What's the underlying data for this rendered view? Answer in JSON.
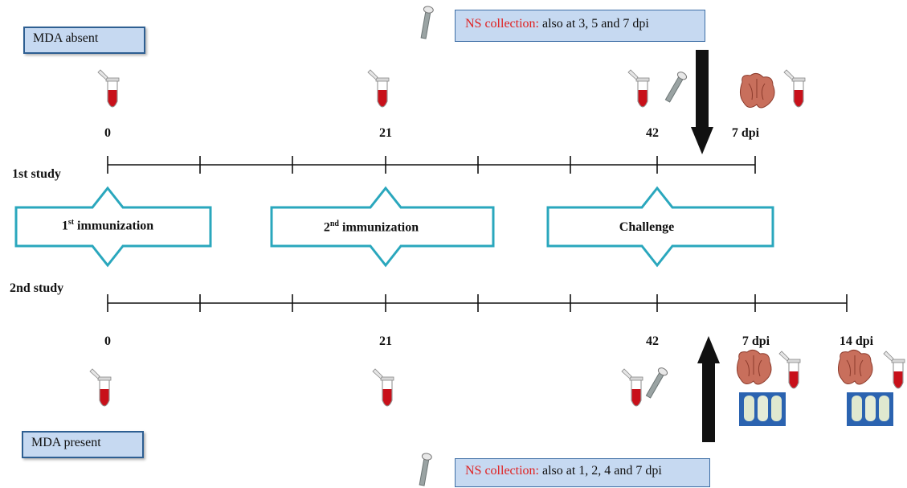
{
  "labels": {
    "mda_absent": "MDA absent",
    "mda_present": "MDA present"
  },
  "ns_top": {
    "prefix": "NS collection:",
    "suffix": "also at 3, 5 and 7 dpi"
  },
  "ns_bottom": {
    "prefix": "NS collection:",
    "suffix": "also at 1, 2, 4 and 7 dpi"
  },
  "studies": {
    "first": "1st study",
    "second": "2nd study"
  },
  "ticks_top": [
    "0",
    "21",
    "42",
    "7 dpi"
  ],
  "ticks_bottom": [
    "0",
    "21",
    "42",
    "7 dpi",
    "14 dpi"
  ],
  "phases": {
    "first_num": "1",
    "first_sup": "st",
    "first_text": "immunization",
    "second_num": "2",
    "second_sup": "nd",
    "second_text": "immunization",
    "third": "Challenge"
  },
  "colors": {
    "frame": "#2aa7bd",
    "label_fill": "#c6d9f1",
    "ns_text_red": "#e02020",
    "blood": "#c8101a"
  },
  "icons": [
    "blood-tube-icon",
    "swab-icon",
    "lung-icon",
    "culture-tubes-icon",
    "arrow-down-icon",
    "arrow-up-icon"
  ]
}
